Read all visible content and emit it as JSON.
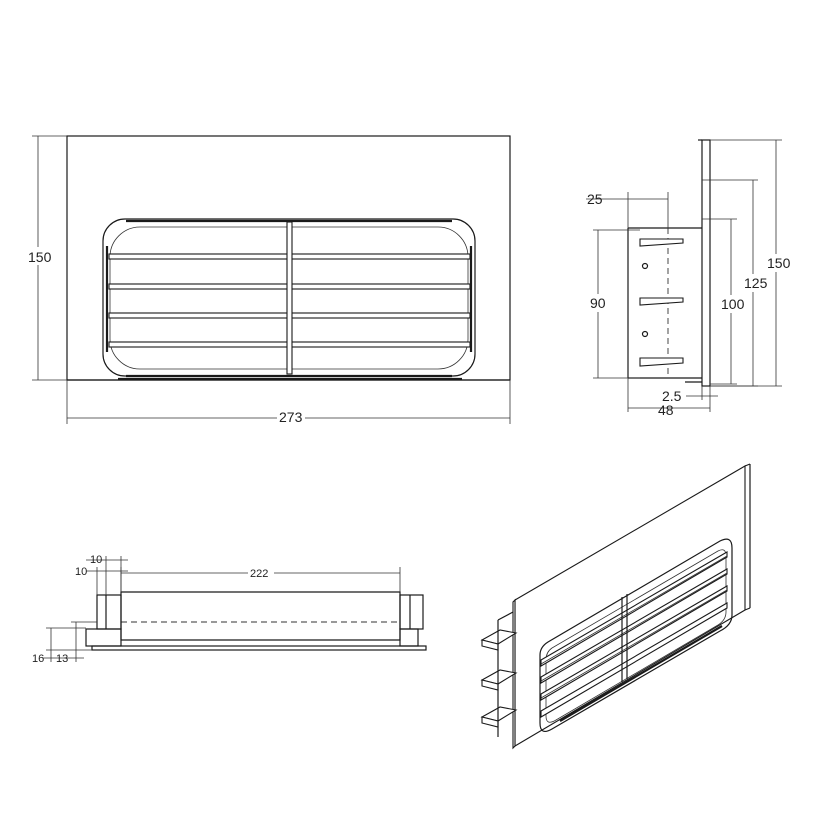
{
  "front_view": {
    "height_label": "150",
    "width_label": "273"
  },
  "side_view": {
    "top_dim": "25",
    "louver_height": "90",
    "body_height": "100",
    "mid_height": "125",
    "total_height": "150",
    "flange_thickness": "2.5",
    "depth": "48"
  },
  "top_view": {
    "dim_a": "10",
    "dim_b": "10",
    "length": "222",
    "dim_c": "16",
    "dim_d": "13"
  },
  "colors": {
    "line": "#1a1a1a",
    "background": "#ffffff"
  }
}
